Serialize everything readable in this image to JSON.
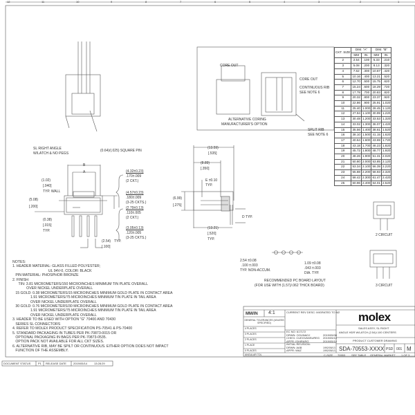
{
  "border_zone_numbers_top": [
    "12",
    "11",
    "10",
    "9",
    "8",
    "7",
    "6",
    "5",
    "4",
    "3",
    "2",
    "1"
  ],
  "table": {
    "headers": [
      "CKT. SIZE",
      "DIM. \"A\"",
      "DIM. \"B\""
    ],
    "subheaders": [
      "MM",
      "IN.",
      "MM",
      "IN."
    ],
    "rows": [
      [
        "2",
        "2.54",
        ".100",
        "5.33",
        ".210"
      ],
      [
        "3",
        "5.08",
        ".200",
        "8.13",
        ".320"
      ],
      [
        "4",
        "7.62",
        ".300",
        "10.67",
        ".420"
      ],
      [
        "5",
        "10.16",
        ".400",
        "13.21",
        ".520"
      ],
      [
        "6",
        "12.70",
        ".500",
        "15.75",
        ".620"
      ],
      [
        "7",
        "15.24",
        ".600",
        "18.29",
        ".720"
      ],
      [
        "8",
        "17.78",
        ".700",
        "20.83",
        ".820"
      ],
      [
        "9",
        "20.32",
        ".800",
        "23.37",
        ".920"
      ],
      [
        "10",
        "22.86",
        ".900",
        "25.91",
        "1.020"
      ],
      [
        "11",
        "25.40",
        "1.000",
        "28.45",
        "1.120"
      ],
      [
        "12",
        "27.94",
        "1.100",
        "30.99",
        "1.220"
      ],
      [
        "13",
        "30.48",
        "1.200",
        "33.53",
        "1.320"
      ],
      [
        "14",
        "33.02",
        "1.300",
        "36.07",
        "1.420"
      ],
      [
        "15",
        "35.56",
        "1.400",
        "38.61",
        "1.520"
      ],
      [
        "16",
        "38.10",
        "1.500",
        "41.15",
        "1.620"
      ],
      [
        "17",
        "40.64",
        "1.600",
        "43.69",
        "1.720"
      ],
      [
        "18",
        "43.18",
        "1.700",
        "46.23",
        "1.820"
      ],
      [
        "19",
        "45.72",
        "1.800",
        "48.77",
        "1.920"
      ],
      [
        "20",
        "48.26",
        "1.900",
        "51.31",
        "2.020"
      ],
      [
        "21",
        "50.80",
        "2.000",
        "53.85",
        "2.120"
      ],
      [
        "22",
        "53.34",
        "2.100",
        "56.39",
        "2.220"
      ],
      [
        "23",
        "55.88",
        "2.200",
        "58.93",
        "2.320"
      ],
      [
        "24",
        "58.42",
        "2.300",
        "61.47",
        "2.420"
      ],
      [
        "25",
        "60.96",
        "2.400",
        "64.01",
        "2.520"
      ]
    ]
  },
  "callouts": {
    "core_out_1": "CORE OUT",
    "core_out_2": "CORE OUT",
    "continuous_rib": "CONTINUOUS RIB",
    "see_note_6a": "SEE NOTE 6",
    "split_rib": "SPLIT RIB",
    "see_note_6b": "SEE NOTE 6",
    "alt_coring_1": "ALTERNATIVE CORING",
    "alt_coring_2": "MANUFACTURER'S OPTION",
    "sl_right_angle_1": "SL RIGHT ANGLE",
    "sl_right_angle_2": "W/LATCH & NO PEGS",
    "square_pin": "(0.64)/(.025) SQUARE PIN",
    "two_circuit": "2 CIRCUIT",
    "three_circuit": "3 CIRCUIT"
  },
  "front_dims": {
    "B": "B",
    "A": "A",
    "wall_mm": "(1.02)",
    "wall_in": "[.040]",
    "wall_typ": "TYP. WALL",
    "h_mm": "(5.08)",
    "h_in": "[.200]",
    "t_mm": "(0.38)",
    "t_in": "[.015]",
    "t_typ": "TYP.",
    "pitch_mm": "(2.54)",
    "pitch_typ": "TYP.",
    "pitch_in": "[.100]",
    "d1a": "(4.32±0.23)",
    "d1b": ".170±.009",
    "d1c": "(2 CKT.)",
    "d2a": "(4.57±0.23)",
    "d2b": ".180±.009",
    "d2c": "(3-25 CKTS.)",
    "d3a": "(2.79±0.13)",
    "d3b": ".110±.005",
    "d3c": "(2 CKT.)",
    "d4a": "(3.05±0.13)",
    "d4b": ".120±.005",
    "d4c": "(3-25 CKTS.)"
  },
  "side_dims": {
    "w1_mm": "(13.59)",
    "w1_in": "[.535]",
    "w2_mm": "(8.89)",
    "w2_in": "[.350]",
    "e": "E ±0.10",
    "e_typ": "TYP.",
    "h_mm": "(6.99)",
    "h_in": "[.275]",
    "d_typ": "D TYP.",
    "w3_mm": "(13.21)",
    "w3_in": "[.520]",
    "w3_typ": "TYP."
  },
  "pcb": {
    "pitch_mm": "2.54 ±0.08",
    "pitch_in": ".100 ±.003",
    "pitch_note": "TYP. NON-ACCUM.",
    "hole_mm": "1.09 ±0.08",
    "hole_in": ".043 ±.003",
    "hole_note": "DIA. TYP.",
    "title": "RECOMMENDED PC BOARD LAYOUT",
    "subtitle": "(FOR USE WITH (1.57)/.062 THICK BOARD)"
  },
  "notes": [
    "NOTES:",
    "1. HEADER MATERIAL: GLASS FILLED POLYESTER;",
    "                                    UL 94V-0, COLOR: BLACK",
    "   PIN MATERIAL: PHOSPHOR BRONZE",
    "2. FINISH:",
    "      TIN: 3.81 MICROMETERS/150 MICROINCHES MINIMUM TIN PLATE OVERALL",
    "              OVER NICKEL UNDERPLATE OVERALL",
    "   15 GOLD: 0.38 MICROMETERS/15 MICROINCHES MINIMUM GOLD PLATE IN CONTACT AREA",
    "                  1.91 MICROMETERS/75 MICROINCHES MINIMUM TIN PLATE IN TAIL AREA",
    "                  OVER NICKEL UNDERPLATE OVERALL",
    "   30 GOLD: 0.76 MICROMETERS/30 MICROINCHES MINIMUM GOLD PLATE IN CONTACT AREA",
    "                  1.91 MICROMETERS/75 MICROINCHES MINIMUM TIN PLATE IN TAIL AREA",
    "                  OVER NICKEL UNDERPLATE OVERALL",
    "3. HEADER TO BE USED WITH OPTION \"G\" 70400 AND 70430",
    "   SERIES SL CONNECTORS",
    "4. REFER TO MOLEX PRODUCT SPECIFICATION PS-70541 & PS-70400",
    "5. STANDARD PACKAGING IN TUBES PER PK-70873-0015 OR",
    "   OPTIONAL PACKAGING IN BAGS PER PK-70873-0535.",
    "   OPTION PACK NOT AVAILABLE FOR ALL CKT SIZES.",
    "6. ALTERNATIVE RIB, MAY BE SPILT OR CONTINUOUS. EITHER OPTION DOES NOT IMPACT",
    "   FUNCTION OF THE ASSEMBLY."
  ],
  "status_bar": {
    "doc_status_label": "DOCUMENT STATUS",
    "doc_status": "P1",
    "release_label": "RELEASE DATE",
    "release_date": "2019/05/14",
    "release_time": "13:28:29"
  },
  "title_block": {
    "units": "MM/IN",
    "scale": "4:1",
    "tolerances": "GENERAL TOLERANCES (UNLESS SPECIFIED)",
    "places": [
      "4 PLACES",
      "3 PLACES",
      "2 PLACES",
      "1 PLACE",
      "0 PLACES",
      "ANGULAR TOL"
    ],
    "current_rev": "CURRENT REV DESC: MIGRATED TO M2",
    "ec_no": "EC NO:   617172",
    "drwn": "DRWN:  OOUNAOJ",
    "drwn_date": "2019/05/08",
    "chkd": "CHK'D:  CUEGVANSUREG",
    "chkd_date": "2019/05/14",
    "appr": "APPR:   ISHIRARG",
    "appr_date": "2019/05/14",
    "initial_rev": "INITIAL REVISION:",
    "drwn2": "DRWN:  AAB",
    "drwn2_date": "1992/05/13",
    "appr2": "APPR:   WAZ",
    "appr2_date": "1992/05/13",
    "logo": "molex",
    "desc1": "SALES ASSY, SL RIGHT",
    "desc2": "ANGLE HDR W/LATCH (2.54)/.100 CENTERS",
    "doc_type": "PRODUCT CUSTOMER DRAWING",
    "doc_number": "SDA-70553-XXXX",
    "doc_kind": "PSD",
    "sheet_ver": "001",
    "rev": "M",
    "size": "C-SIZE",
    "series": "70553",
    "material": "SEE TABLE",
    "market": "GENERAL MARKET",
    "sheet": "1 OF 3"
  }
}
